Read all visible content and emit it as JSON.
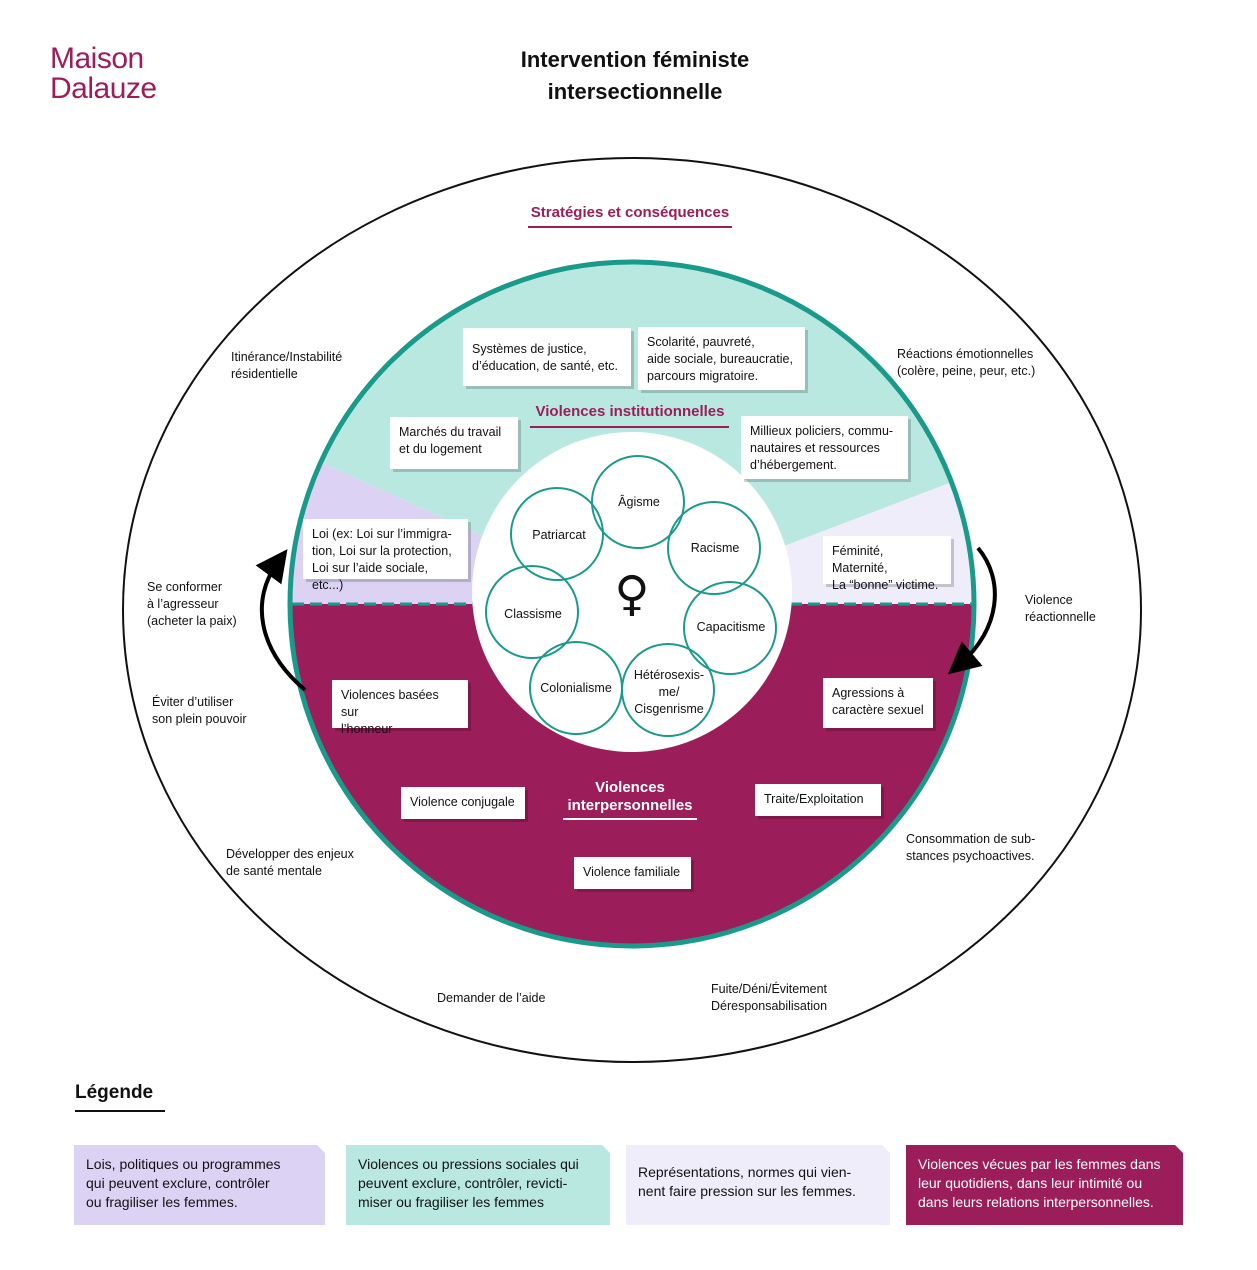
{
  "logo": {
    "line1": "Maison",
    "line2": "Dalauze"
  },
  "title": {
    "line1": "Intervention féministe",
    "line2": "intersectionnelle"
  },
  "colors": {
    "magenta": "#9b1d5a",
    "teal": "#1a9a8a",
    "mint": "#b9e8e1",
    "lavender": "#dcd3f4",
    "lavender_light": "#f0edfb"
  },
  "outer_section": {
    "title": "Stratégies et conséquences"
  },
  "institutional_section": {
    "title": "Violences institutionnelles"
  },
  "interpersonal_section": {
    "title_line1": "Violences",
    "title_line2": "interpersonnelles"
  },
  "boxes": {
    "justice": [
      "Systèmes de justice,",
      "d’éducation, de santé, etc."
    ],
    "scolarite": [
      "Scolarité, pauvreté,",
      "aide sociale, bureaucratie,",
      "parcours migratoire."
    ],
    "marches": [
      "Marchés du travail",
      "et du logement"
    ],
    "milieux": [
      "Millieux policiers, commu-",
      "nautaires et ressources",
      "d’hébergement."
    ],
    "loi": [
      "Loi (ex: Loi sur l’immigra-",
      "tion, Loi sur la protection,",
      "Loi sur l’aide sociale, etc...)"
    ],
    "feminite": [
      "Féminité, Maternité,",
      "La “bonne” victime."
    ],
    "honneur": [
      "Violences basées sur",
      "l’honneur"
    ],
    "agressions": [
      "Agressions à",
      "caractère sexuel"
    ],
    "conjugale": [
      "Violence conjugale"
    ],
    "traite": [
      "Traite/Exploitation"
    ],
    "familiale": [
      "Violence familiale"
    ]
  },
  "oppressions": {
    "agisme": "Âgisme",
    "patriarcat": "Patriarcat",
    "racisme": "Racisme",
    "classisme": "Classisme",
    "capacitisme": "Capacitisme",
    "colonialisme": "Colonialisme",
    "heterosexisme": [
      "Hétérosexis-",
      "me/",
      "Cisgenrisme"
    ]
  },
  "center_symbol": "♀",
  "outer_texts": {
    "itinerance": [
      "Itinérance/Instabilité",
      "résidentielle"
    ],
    "reactions": [
      "Réactions émotionnelles",
      "(colère, peine, peur, etc.)"
    ],
    "conformer": [
      "Se conformer",
      "à l’agresseur",
      "(acheter la paix)"
    ],
    "violence_reactionnelle": [
      "Violence",
      "réactionnelle"
    ],
    "eviter": [
      "Éviter d’utiliser",
      "son plein pouvoir"
    ],
    "consommation": [
      "Consommation de sub-",
      "stances psychoactives."
    ],
    "developper": [
      "Développer des enjeux",
      "de santé mentale"
    ],
    "demander": [
      "Demander de l’aide"
    ],
    "fuite": [
      "Fuite/Déni/Évitement",
      "Déresponsabilisation"
    ]
  },
  "legend": {
    "title": "Légende",
    "items": [
      {
        "color": "#dcd3f4",
        "lines": [
          "Lois, politiques ou programmes",
          "qui peuvent exclure, contrôler",
          "ou fragiliser les femmes."
        ]
      },
      {
        "color": "#b9e8e1",
        "lines": [
          "Violences ou pressions sociales qui",
          "peuvent exclure, contrôler, revicti-",
          "miser ou fragiliser les femmes"
        ]
      },
      {
        "color": "#f0edfb",
        "lines": [
          "Représentations, normes qui vien-",
          "nent faire pression sur les femmes."
        ]
      },
      {
        "color": "#9b1d5a",
        "lines": [
          "Violences vécues par les femmes dans",
          "leur quotidiens, dans leur intimité ou",
          "dans leurs relations interpersonnelles."
        ]
      }
    ]
  }
}
